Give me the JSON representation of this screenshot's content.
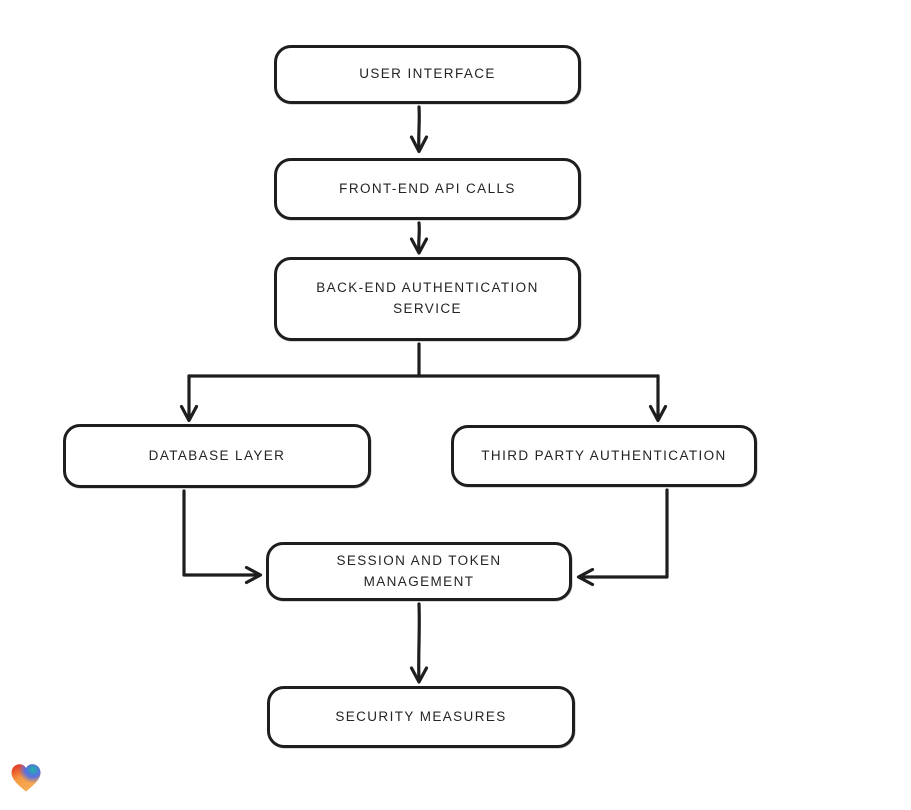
{
  "diagram": {
    "title": "authentication-architecture-flowchart",
    "background_color": "#ffffff",
    "ink_color": "#1e1e1e",
    "nodes": [
      {
        "id": "user-interface",
        "label": "USER INTERFACE"
      },
      {
        "id": "front-end-api-calls",
        "label": "FRONT-END API CALLS"
      },
      {
        "id": "back-end-authentication-service",
        "label": "BACK-END AUTHENTICATION\nSERVICE"
      },
      {
        "id": "database-layer",
        "label": "DATABASE LAYER"
      },
      {
        "id": "third-party-authentication",
        "label": "THIRD PARTY AUTHENTICATION"
      },
      {
        "id": "session-and-token-management",
        "label": "SESSION AND TOKEN\nMANAGEMENT"
      },
      {
        "id": "security-measures",
        "label": "SECURITY MEASURES"
      }
    ],
    "edges": [
      {
        "from": "user-interface",
        "to": "front-end-api-calls"
      },
      {
        "from": "front-end-api-calls",
        "to": "back-end-authentication-service"
      },
      {
        "from": "back-end-authentication-service",
        "to": "database-layer"
      },
      {
        "from": "back-end-authentication-service",
        "to": "third-party-authentication"
      },
      {
        "from": "database-layer",
        "to": "session-and-token-management"
      },
      {
        "from": "third-party-authentication",
        "to": "session-and-token-management"
      },
      {
        "from": "session-and-token-management",
        "to": "security-measures"
      }
    ],
    "logo": {
      "name": "gradient-heart",
      "colors": {
        "red": "#e1251f",
        "teal": "#1db5a6",
        "blue": "#4a6cf0",
        "orange": "#f59b42",
        "orange_light": "#f8ab55"
      }
    }
  }
}
